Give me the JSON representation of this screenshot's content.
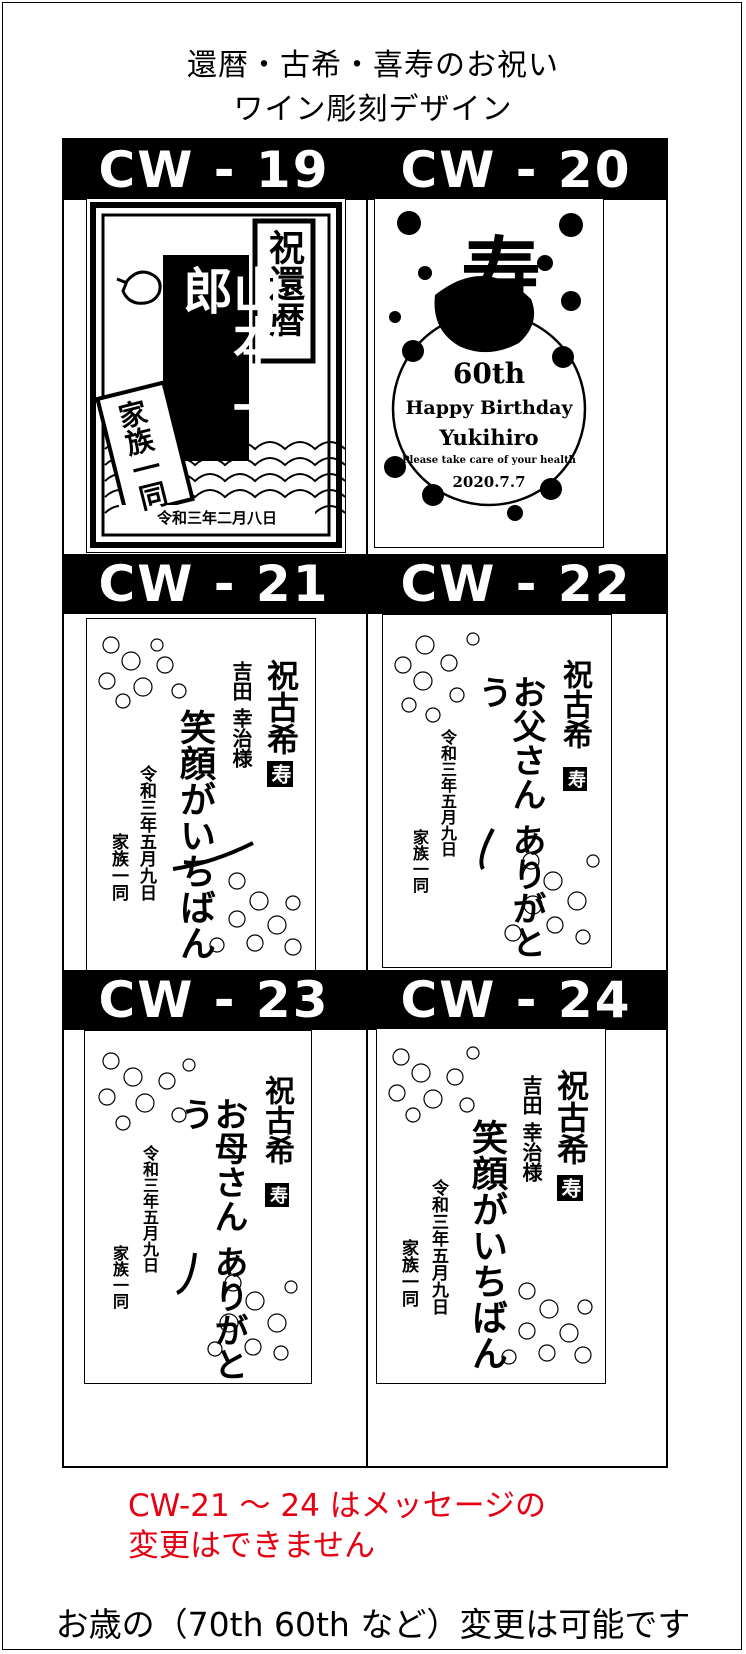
{
  "title": {
    "line1": "還暦・古希・喜寿のお祝い",
    "line2": "ワイン彫刻デザイン"
  },
  "designs": [
    {
      "code": "CW - 19",
      "text": {
        "iwai": "祝還暦",
        "name": "山本 一郎",
        "family": "家族一同",
        "date": "令和三年二月八日"
      }
    },
    {
      "code": "CW - 20",
      "text": {
        "kanji": "寿",
        "age": "60th",
        "greeting": "Happy Birthday",
        "name": "Yukihiro",
        "message": "Please take care of your health",
        "date": "2020.7.7"
      }
    },
    {
      "code": "CW - 21",
      "text": {
        "iwai": "祝古希",
        "kotobuki": "寿",
        "recipient": "吉田 幸治様",
        "phrase": "笑顔がいちばん",
        "date": "令和三年五月九日",
        "family": "家族一同"
      }
    },
    {
      "code": "CW - 22",
      "text": {
        "iwai": "祝古希",
        "kotobuki": "寿",
        "phrase": "お父さん ありがとう",
        "date": "令和三年五月九日",
        "family": "家族一同"
      }
    },
    {
      "code": "CW - 23",
      "text": {
        "iwai": "祝古希",
        "kotobuki": "寿",
        "phrase": "お母さん ありがとう",
        "date": "令和三年五月九日",
        "family": "家族一同"
      }
    },
    {
      "code": "CW - 24",
      "text": {
        "iwai": "祝古希",
        "kotobuki": "寿",
        "recipient": "吉田 幸治様",
        "phrase": "笑顔がいちばん",
        "date": "令和三年五月九日",
        "family": "家族一同"
      }
    }
  ],
  "notes": {
    "line1": "CW-21 ～ 24 はメッセージの",
    "line2": "変更はできません"
  },
  "bottom_note": "お歳の（70th 60th など）変更は可能です",
  "colors": {
    "note": "#e60012",
    "band": "#000000"
  }
}
